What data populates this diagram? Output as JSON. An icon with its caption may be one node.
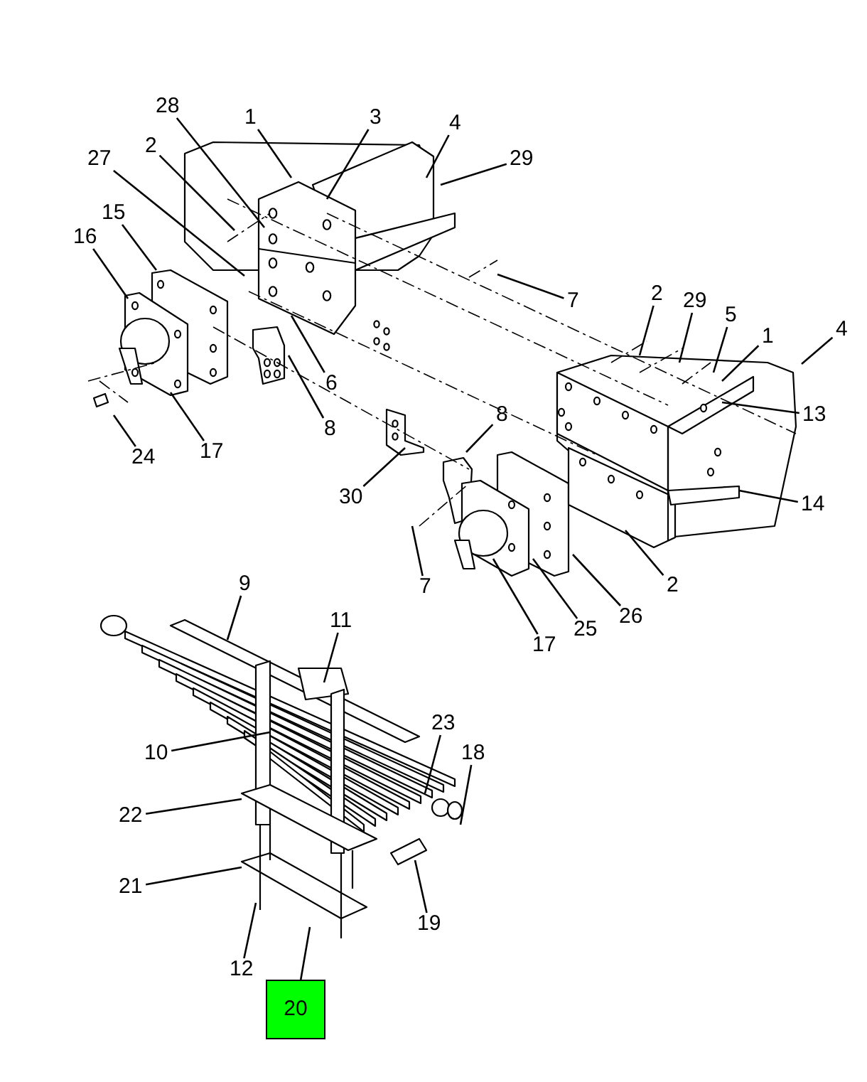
{
  "diagram": {
    "nodes": [
      {
        "text": [
          "28"
        ]
      },
      {
        "text": [
          "1"
        ]
      },
      {
        "text": [
          "3"
        ]
      },
      {
        "text": [
          "4"
        ]
      },
      {
        "text": [
          "2"
        ]
      },
      {
        "text": [
          "29"
        ]
      },
      {
        "text": [
          "27"
        ]
      },
      {
        "text": [
          "15"
        ]
      },
      {
        "text": [
          "16"
        ]
      },
      {
        "text": [
          "7"
        ]
      },
      {
        "text": [
          "2"
        ]
      },
      {
        "text": [
          "29"
        ]
      },
      {
        "text": [
          "5"
        ]
      },
      {
        "text": [
          "4"
        ]
      },
      {
        "text": [
          "1"
        ]
      },
      {
        "text": [
          "6"
        ]
      },
      {
        "text": [
          "13"
        ]
      },
      {
        "text": [
          "8"
        ]
      },
      {
        "text": [
          "8"
        ]
      },
      {
        "text": [
          "17"
        ]
      },
      {
        "text": [
          "24"
        ]
      },
      {
        "text": [
          "30"
        ]
      },
      {
        "text": [
          "14"
        ]
      },
      {
        "text": [
          "9"
        ]
      },
      {
        "text": [
          "7"
        ]
      },
      {
        "text": [
          "2"
        ]
      },
      {
        "text": [
          "11"
        ]
      },
      {
        "text": [
          "26"
        ]
      },
      {
        "text": [
          "25"
        ]
      },
      {
        "text": [
          "17"
        ]
      },
      {
        "text": [
          "23"
        ]
      },
      {
        "text": [
          "10"
        ]
      },
      {
        "text": [
          "18"
        ]
      },
      {
        "text": [
          "22"
        ]
      },
      {
        "text": [
          "21"
        ]
      },
      {
        "text": [
          "19"
        ]
      },
      {
        "text": [
          "12"
        ]
      },
      {
        "text": [
          "20"
        ]
      }
    ],
    "edges": [
      {
        "from": 0,
        "to": null,
        "arrow": "none"
      },
      {
        "from": 1,
        "to": null,
        "arrow": "none"
      },
      {
        "from": 2,
        "to": null,
        "arrow": "none"
      },
      {
        "from": 3,
        "to": null,
        "arrow": "none"
      },
      {
        "from": 4,
        "to": null,
        "arrow": "none"
      },
      {
        "from": 5,
        "to": null,
        "arrow": "none"
      },
      {
        "from": 6,
        "to": null,
        "arrow": "none"
      },
      {
        "from": 7,
        "to": null,
        "arrow": "none"
      },
      {
        "from": 8,
        "to": null,
        "arrow": "none"
      },
      {
        "from": 9,
        "to": null,
        "arrow": "none"
      },
      {
        "from": 10,
        "to": null,
        "arrow": "none"
      },
      {
        "from": 11,
        "to": null,
        "arrow": "none"
      },
      {
        "from": 12,
        "to": null,
        "arrow": "none"
      },
      {
        "from": 13,
        "to": null,
        "arrow": "none"
      },
      {
        "from": 14,
        "to": null,
        "arrow": "none"
      },
      {
        "from": 15,
        "to": null,
        "arrow": "none"
      },
      {
        "from": 16,
        "to": null,
        "arrow": "none"
      },
      {
        "from": 17,
        "to": null,
        "arrow": "none"
      },
      {
        "from": 18,
        "to": null,
        "arrow": "none"
      },
      {
        "from": 19,
        "to": null,
        "arrow": "none"
      },
      {
        "from": 20,
        "to": null,
        "arrow": "none"
      },
      {
        "from": 21,
        "to": null,
        "arrow": "none"
      },
      {
        "from": 22,
        "to": null,
        "arrow": "none"
      },
      {
        "from": 23,
        "to": null,
        "arrow": "none"
      },
      {
        "from": 24,
        "to": null,
        "arrow": "none"
      },
      {
        "from": 25,
        "to": null,
        "arrow": "none"
      },
      {
        "from": 26,
        "to": null,
        "arrow": "none"
      },
      {
        "from": 27,
        "to": null,
        "arrow": "none"
      },
      {
        "from": 28,
        "to": null,
        "arrow": "none"
      },
      {
        "from": 29,
        "to": null,
        "arrow": "none"
      },
      {
        "from": 30,
        "to": null,
        "arrow": "none"
      },
      {
        "from": 31,
        "to": null,
        "arrow": "none"
      },
      {
        "from": 32,
        "to": null,
        "arrow": "none"
      },
      {
        "from": 33,
        "to": null,
        "arrow": "none"
      },
      {
        "from": 34,
        "to": null,
        "arrow": "none"
      },
      {
        "from": 35,
        "to": null,
        "arrow": "none"
      },
      {
        "from": 36,
        "to": null,
        "arrow": "none"
      },
      {
        "from": 37,
        "to": null,
        "arrow": "none"
      }
    ]
  }
}
